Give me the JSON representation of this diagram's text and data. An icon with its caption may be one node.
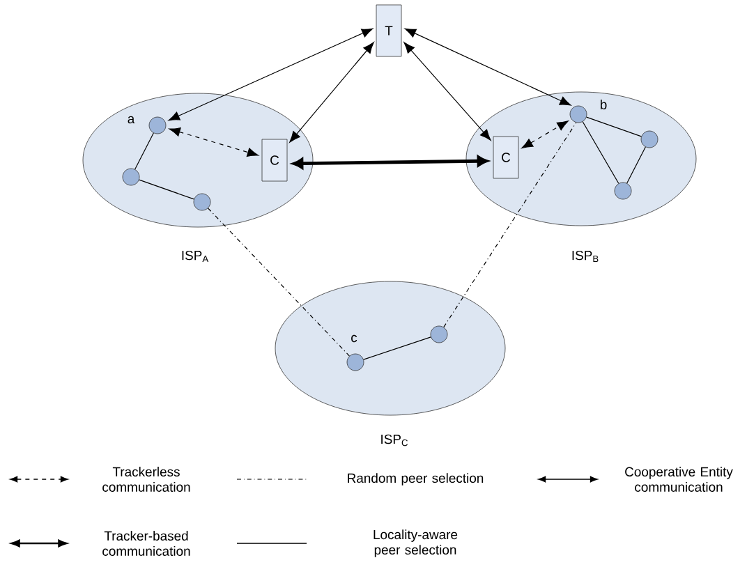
{
  "diagram": {
    "nodes": [
      {
        "text": [
          "ISP$_{A}$"
        ]
      },
      {
        "text": [
          "ISP$_{B}$"
        ]
      },
      {
        "text": [
          "ISP$_{C}$"
        ]
      },
      {
        "text": [
          "T"
        ]
      },
      {
        "text": [
          "C"
        ],
        "in": 0
      },
      {
        "text": [
          "C"
        ],
        "in": 1
      },
      {
        "text": [],
        "shape": "circle",
        "beside": [
          "a"
        ],
        "in": 0
      },
      {
        "text": [],
        "shape": "circle",
        "in": 0
      },
      {
        "text": [],
        "shape": "circle",
        "in": 0
      },
      {
        "text": [],
        "shape": "circle",
        "beside": [
          "b"
        ],
        "in": 1
      },
      {
        "text": [],
        "shape": "circle",
        "in": 1
      },
      {
        "text": [],
        "shape": "circle",
        "in": 1
      },
      {
        "text": [],
        "shape": "circle",
        "beside": [
          "c"
        ],
        "in": 2
      },
      {
        "text": [],
        "shape": "circle",
        "in": 2
      }
    ],
    "edges": [
      {
        "from": 3,
        "to": 6,
        "arrow": "both"
      },
      {
        "from": 3,
        "to": 4,
        "arrow": "both"
      },
      {
        "from": 3,
        "to": 9,
        "arrow": "both"
      },
      {
        "from": 3,
        "to": 5,
        "arrow": "both"
      },
      {
        "from": 6,
        "to": 4,
        "arrow": "both",
        "style": "dashed"
      },
      {
        "from": 4,
        "to": 5,
        "arrow": "both",
        "style": "thick"
      },
      {
        "from": 5,
        "to": 9,
        "arrow": "both",
        "style": "dashed"
      },
      {
        "from": 6,
        "to": 7,
        "arrow": "none"
      },
      {
        "from": 7,
        "to": 8,
        "arrow": "none"
      },
      {
        "from": 9,
        "to": 10,
        "arrow": "none"
      },
      {
        "from": 9,
        "to": 11,
        "arrow": "none"
      },
      {
        "from": 10,
        "to": 11,
        "arrow": "none"
      },
      {
        "from": 12,
        "to": 13,
        "arrow": "none"
      },
      {
        "from": 8,
        "to": 12,
        "arrow": "none",
        "style": "dashed"
      },
      {
        "from": 13,
        "to": 9,
        "arrow": "none",
        "style": "dashed"
      }
    ],
    "legend": [
      {
        "text": "Trackerless communication"
      },
      {
        "text": "Random peer selection"
      },
      {
        "text": "Cooperative Entity communication"
      },
      {
        "text": "Tracker-based communication"
      },
      {
        "text": "Locality-aware peer selection"
      }
    ]
  }
}
